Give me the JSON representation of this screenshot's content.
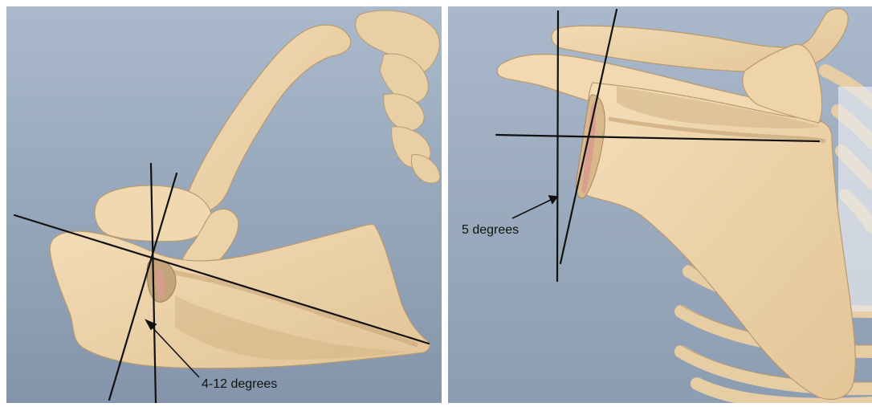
{
  "figure": {
    "left_panel": {
      "view": "superior view of scapula and clavicle",
      "annotation": "4-12 degrees"
    },
    "right_panel": {
      "view": "posterior view of scapula",
      "annotation": "5 degrees"
    },
    "colors": {
      "background_top": "#a7b6c8",
      "background_bottom": "#8697ac",
      "bone": "#efd6ae",
      "bone_shadow": "#caa97c",
      "glenoid_cartilage": "#d99c8e",
      "lines": "#111111"
    }
  }
}
